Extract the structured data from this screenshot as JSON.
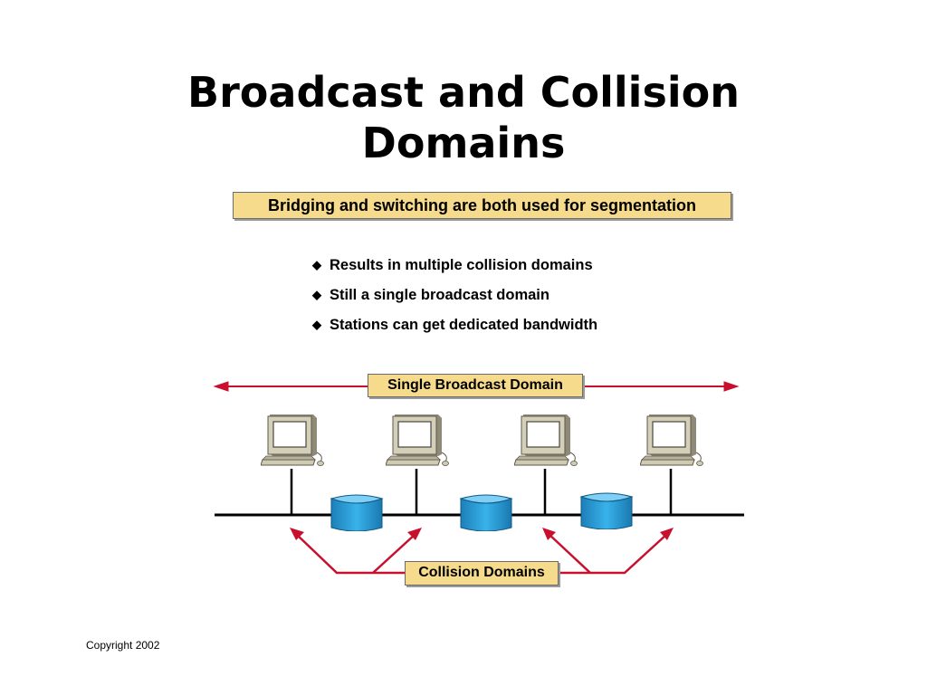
{
  "title": {
    "line1": "Broadcast and Collision",
    "line2": "Domains"
  },
  "headline": "Bridging and switching are both used for segmentation",
  "bullets": [
    "Results in multiple collision domains",
    "Still a single broadcast domain",
    "Stations can get dedicated bandwidth"
  ],
  "diagram": {
    "broadcast_label": "Single Broadcast Domain",
    "collision_label": "Collision Domains",
    "computers": [
      "workstation-1",
      "workstation-2",
      "workstation-3",
      "workstation-4"
    ],
    "bridges": [
      "bridge-1",
      "bridge-2",
      "bridge-3"
    ],
    "colors": {
      "arrow": "#c8102e",
      "label_fill": "#f6db8c",
      "bridge": "#2b9fd8",
      "computer": "#c9c4ad"
    }
  },
  "footer": "Copyright 2002"
}
